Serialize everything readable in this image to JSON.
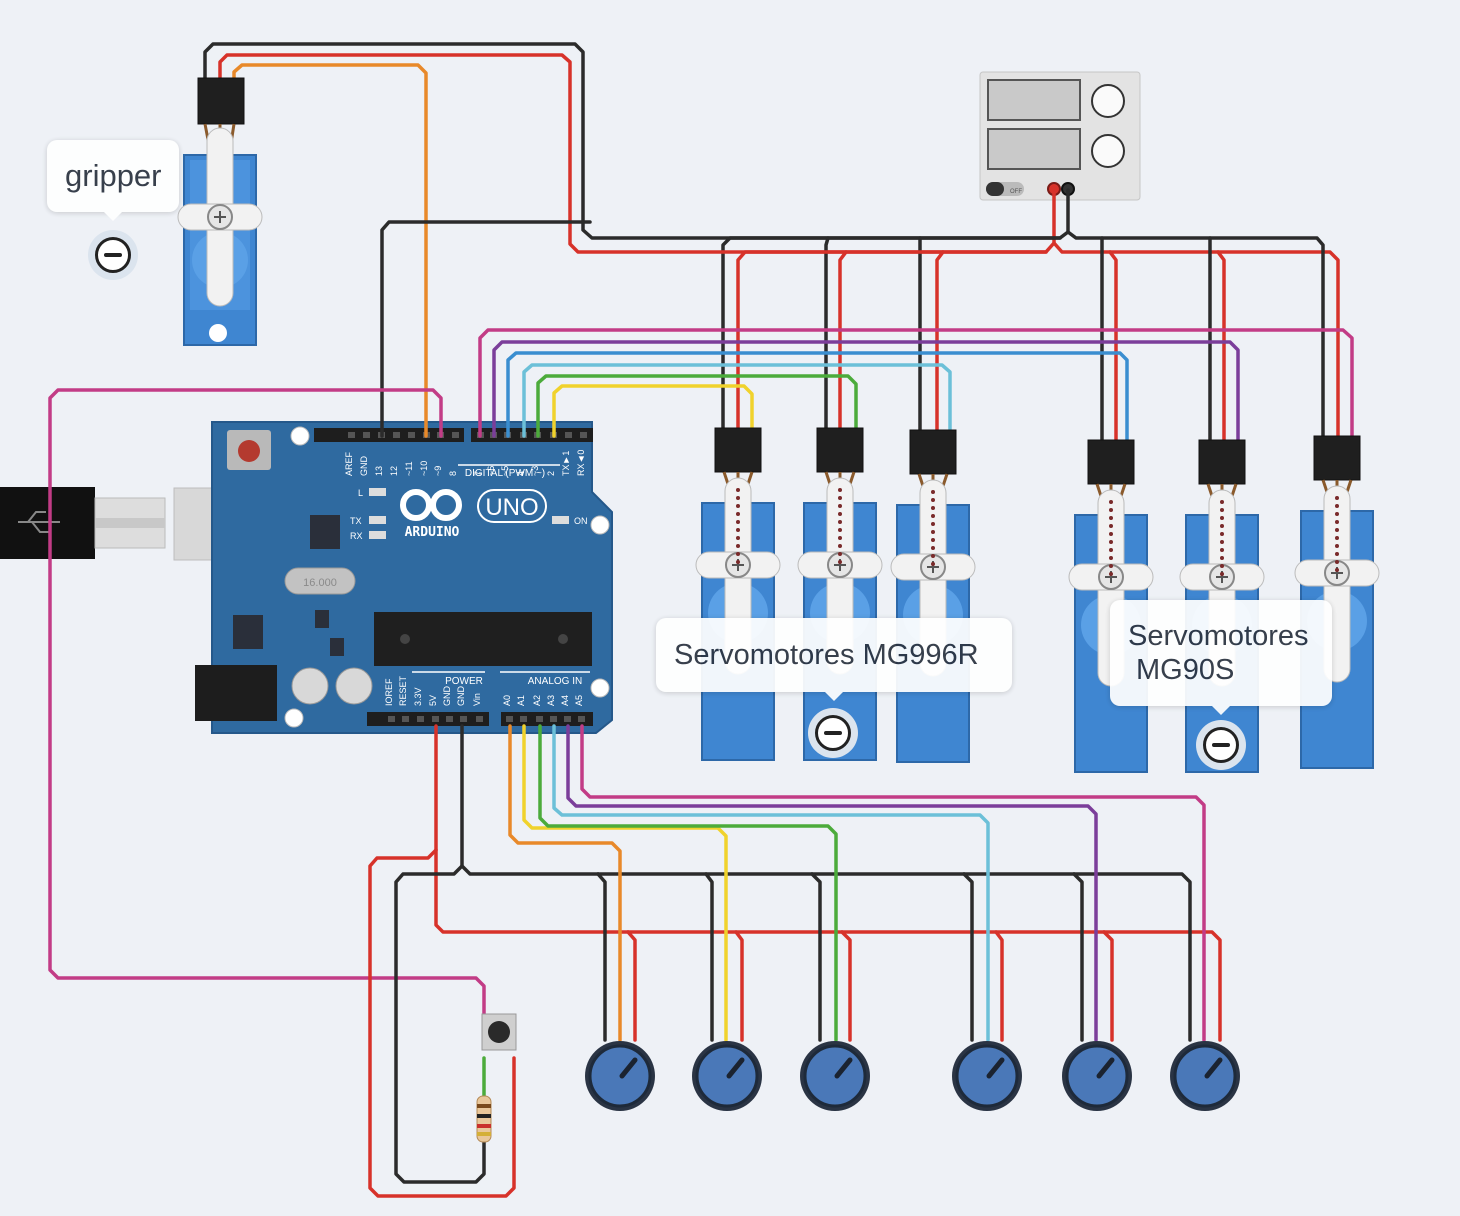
{
  "annotations": {
    "gripper": "gripper",
    "mg996r": "Servomotores MG996R",
    "mg90s_line1": "Servomotores",
    "mg90s_line2": "MG90S"
  },
  "arduino": {
    "brand": "ARDUINO",
    "model": "UNO",
    "digital_label": "DIGITAL (PWM ~)",
    "power_label": "POWER",
    "analog_label": "ANALOG IN",
    "on_label": "ON",
    "led_l": "L",
    "led_tx": "TX",
    "led_rx": "RX",
    "crystal": "16.000",
    "digital_pins": [
      "AREF",
      "GND",
      "13",
      "12",
      "~11",
      "~10",
      "~9",
      "8",
      "7",
      "~6",
      "~5",
      "4",
      "~3",
      "2",
      "TX►1",
      "RX◄0"
    ],
    "power_pins": [
      "IOREF",
      "RESET",
      "3.3V",
      "5V",
      "GND",
      "GND",
      "Vin"
    ],
    "analog_pins": [
      "A0",
      "A1",
      "A2",
      "A3",
      "A4",
      "A5"
    ]
  },
  "power_supply": {
    "off_label": "OFF"
  },
  "colors": {
    "board": "#2f6aa0",
    "wire_black": "#2b2b2b",
    "wire_red": "#d7322a",
    "wire_orange": "#e8892a",
    "wire_magenta": "#c23c86",
    "wire_purple": "#7b3e9a",
    "wire_blue": "#3a8ed0",
    "wire_lightblue": "#6cc0d8",
    "wire_green": "#4cab3b",
    "wire_yellow": "#f0d22c",
    "servo_blue": "#3f86d1",
    "pot_blue": "#4a78b8"
  },
  "icons": [
    "usb-icon",
    "collapse-icon",
    "servo-horn-icon",
    "pushbutton-icon",
    "resistor-icon",
    "potentiometer-icon"
  ]
}
